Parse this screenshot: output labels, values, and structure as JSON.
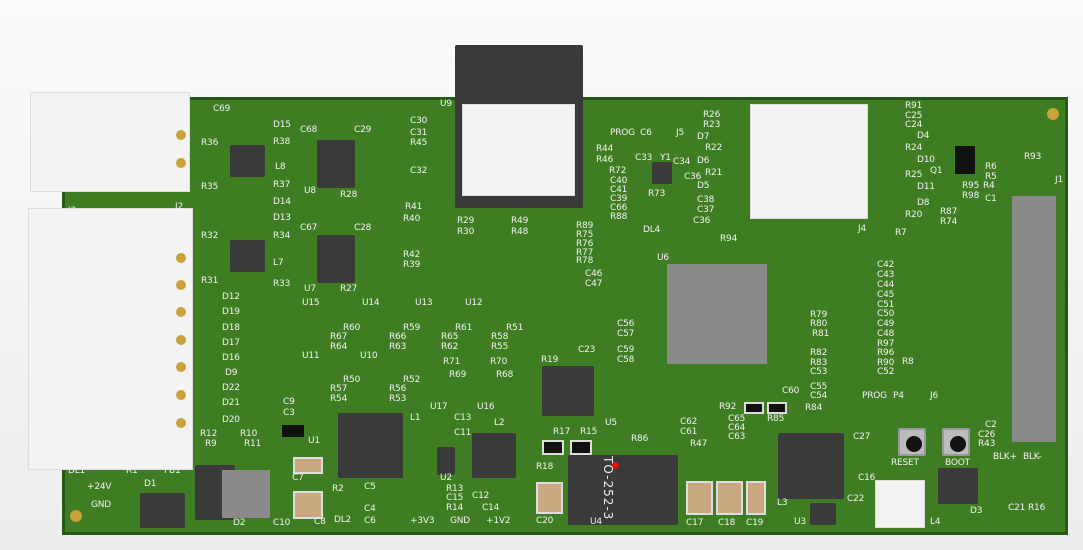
{
  "board": {
    "package_marking": "TO-252-3",
    "labels": [
      "C69",
      "D15",
      "R36",
      "R38",
      "C68",
      "C29",
      "L8",
      "R35",
      "R37",
      "U8",
      "R28",
      "D14",
      "D13",
      "R32",
      "R34",
      "C67",
      "C28",
      "L7",
      "R31",
      "R33",
      "U7",
      "R27",
      "D12",
      "D19",
      "D18",
      "D17",
      "D16",
      "D9",
      "D22",
      "D21",
      "D20",
      "C9",
      "C3",
      "R12",
      "R9",
      "R10",
      "R11",
      "U1",
      "U9",
      "C30",
      "C31",
      "R45",
      "C32",
      "R41",
      "R40",
      "R29",
      "R30",
      "R49",
      "R48",
      "R42",
      "R39",
      "U15",
      "U14",
      "U13",
      "U12",
      "R60",
      "R59",
      "R61",
      "R51",
      "R67",
      "R64",
      "R66",
      "R63",
      "R65",
      "R62",
      "R58",
      "R55",
      "U11",
      "U10",
      "R71",
      "R70",
      "R50",
      "R52",
      "R69",
      "R68",
      "R57",
      "R54",
      "R56",
      "R53",
      "U17",
      "U16",
      "R19",
      "C23",
      "C56",
      "C57",
      "C59",
      "C58",
      "U5",
      "L1",
      "C13",
      "C11",
      "L2",
      "R17",
      "R15",
      "R86",
      "R18",
      "U2",
      "R2",
      "C5",
      "C4",
      "C6",
      "DL2",
      "C7",
      "C8",
      "C10",
      "D2",
      "R13",
      "C15",
      "R14",
      "C12",
      "C14",
      "+3V3",
      "GND",
      "+1V2",
      "C20",
      "U4",
      "PROG",
      "C6",
      "J5",
      "R44",
      "R46",
      "C33",
      "Y1",
      "R72",
      "C34",
      "C36",
      "R73",
      "C40",
      "C41",
      "C39",
      "C66",
      "R88",
      "R89",
      "R75",
      "R76",
      "R77",
      "R78",
      "DL4",
      "R26",
      "R23",
      "D7",
      "R22",
      "D6",
      "R21",
      "D5",
      "C38",
      "C37",
      "C36",
      "R94",
      "J4",
      "R91",
      "C25",
      "C24",
      "D4",
      "R24",
      "D10",
      "R25",
      "D11",
      "D8",
      "R20",
      "R7",
      "Q1",
      "R93",
      "R6",
      "R5",
      "R4",
      "R95",
      "R98",
      "C1",
      "R87",
      "R74",
      "J1",
      "U6",
      "C46",
      "C47",
      "C42",
      "C43",
      "C44",
      "C45",
      "C51",
      "C50",
      "C49",
      "C48",
      "R97",
      "R96",
      "R90",
      "C52",
      "R79",
      "R80",
      "R81",
      "R82",
      "R83",
      "C53",
      "R8",
      "C55",
      "C54",
      "C60",
      "R92",
      "R85",
      "R84",
      "C65",
      "C64",
      "C63",
      "C62",
      "C61",
      "R47",
      "PROG",
      "P4",
      "J6",
      "C2",
      "C26",
      "R43",
      "C27",
      "RESET",
      "BOOT",
      "BLK+",
      "BLK-",
      "C16",
      "C22",
      "L3",
      "U3",
      "L4",
      "D3",
      "C21",
      "R16",
      "C17",
      "C18",
      "C19",
      "D1",
      "FB1",
      "+24V",
      "GND",
      "J2",
      "J3",
      "DL1",
      "R1"
    ]
  }
}
